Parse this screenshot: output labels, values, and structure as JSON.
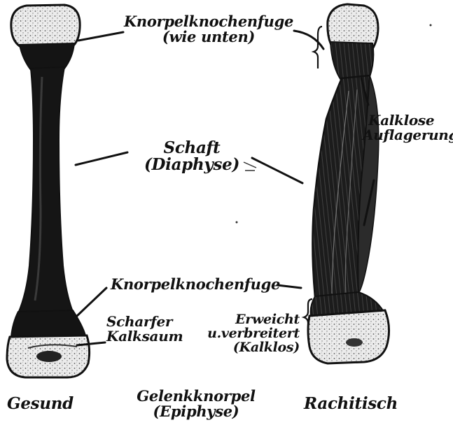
{
  "labels": {
    "top_junction": {
      "line1": "Knorpelknochenfuge",
      "line2": "(wie unten)"
    },
    "shaft": {
      "line1": "Schaft",
      "line2": "(Diaphyse)"
    },
    "calcless_deposit": {
      "line1": "Kalklose",
      "line2": "Auflagerung"
    },
    "bottom_junction": "Knorpelknochenfuge",
    "sharp_lime_seam": {
      "line1": "Scharfer",
      "line2": "Kalksaum"
    },
    "softened": {
      "line1": "Erweicht",
      "line2": "u.verbreitert",
      "line3": "(Kalklos)"
    },
    "healthy": "Gesund",
    "joint_cartilage": {
      "line1": "Gelenkknorpel",
      "line2": "(Epiphyse)"
    },
    "rachitic": "Rachitisch"
  },
  "colors": {
    "ink": "#111111",
    "cartilage": "#e9e9e9",
    "paper": "#ffffff"
  }
}
